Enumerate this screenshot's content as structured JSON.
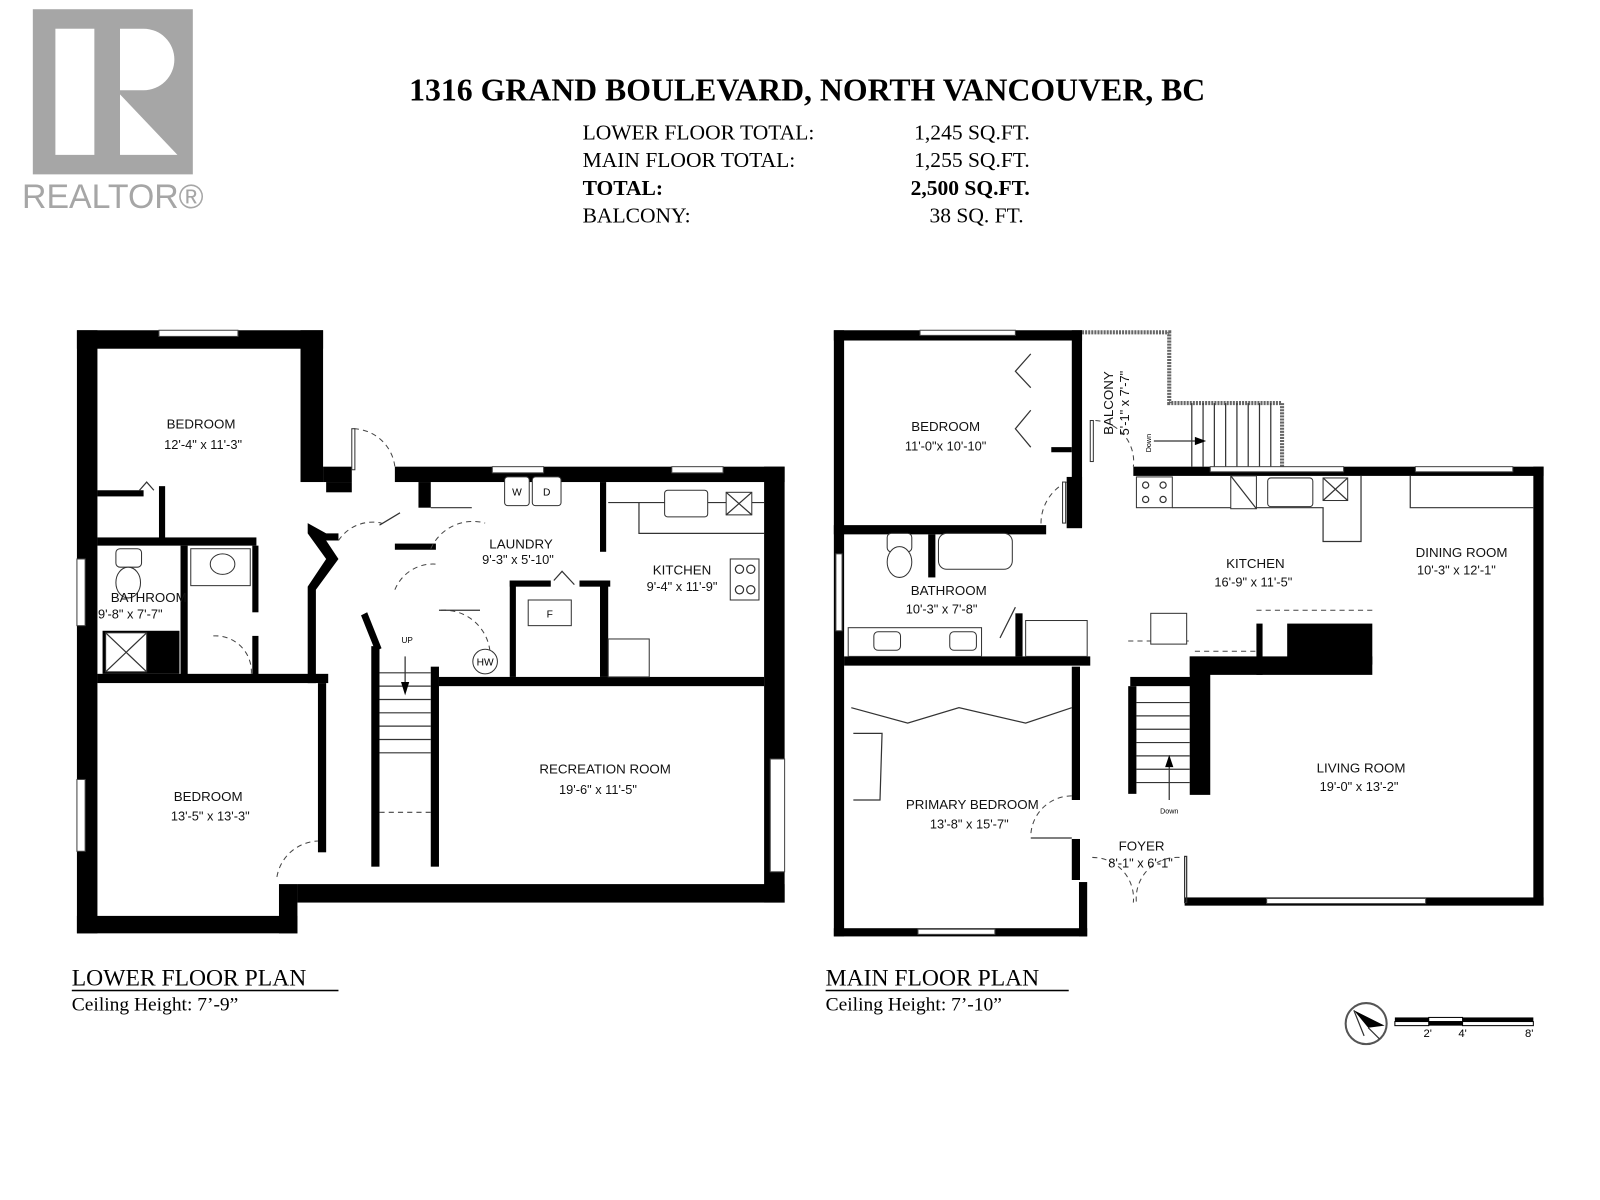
{
  "logo": {
    "text": "REALTOR®",
    "color": "#a6a6a6"
  },
  "header": {
    "address": "1316 GRAND BOULEVARD, NORTH VANCOUVER, BC",
    "areas": [
      {
        "label": "LOWER FLOOR TOTAL:",
        "value": "1,245 SQ.FT."
      },
      {
        "label": "MAIN FLOOR TOTAL:",
        "value": "1,255 SQ.FT."
      },
      {
        "label": "TOTAL:",
        "value": "2,500 SQ.FT."
      },
      {
        "label": "BALCONY:",
        "value": "38 SQ. FT."
      }
    ]
  },
  "lower": {
    "title": "LOWER FLOOR PLAN",
    "ceiling": "Ceiling Height: 7’-9”",
    "rooms": [
      {
        "name": "BEDROOM",
        "dims": "12'-4\" x  11'-3\""
      },
      {
        "name": "BATHROOM",
        "dims": "9'-8\"  x  7'-7\""
      },
      {
        "name": "LAUNDRY",
        "dims": "9'-3\"  x  5'-10\""
      },
      {
        "name": "KITCHEN",
        "dims": "9'-4\"  x  11'-9\""
      },
      {
        "name": "RECREATION ROOM",
        "dims": "19'-6\" x  11'-5\""
      },
      {
        "name": "BEDROOM",
        "dims": "13'-5\" x  13'-3\""
      }
    ],
    "fixtures": {
      "washer": "W",
      "dryer": "D",
      "furnace": "F",
      "hot_water": "HW",
      "stairs": "UP"
    }
  },
  "main": {
    "title": "MAIN FLOOR PLAN",
    "ceiling": "Ceiling Height: 7’-10”",
    "rooms": [
      {
        "name": "BEDROOM",
        "dims": "11'-0\"x 10'-10\""
      },
      {
        "name": "BALCONY",
        "dims": "5'-1\"  x  7'-7\""
      },
      {
        "name": "KITCHEN",
        "dims": "16'-9\" x  11'-5\""
      },
      {
        "name": "DINING ROOM",
        "dims": "10'-3\" x  12'-1\""
      },
      {
        "name": "BATHROOM",
        "dims": "10'-3\"  x  7'-8\""
      },
      {
        "name": "LIVING ROOM",
        "dims": "19'-0\" x  13'-2\""
      },
      {
        "name": "PRIMARY BEDROOM",
        "dims": "13'-8\" x  15'-7\""
      },
      {
        "name": "FOYER",
        "dims": "8'-1\"  x  6'-1\""
      }
    ],
    "stairs": {
      "balcony": "Down",
      "interior": "Down"
    }
  },
  "scale": {
    "ticks": [
      "2'",
      "4'",
      "8'"
    ]
  }
}
